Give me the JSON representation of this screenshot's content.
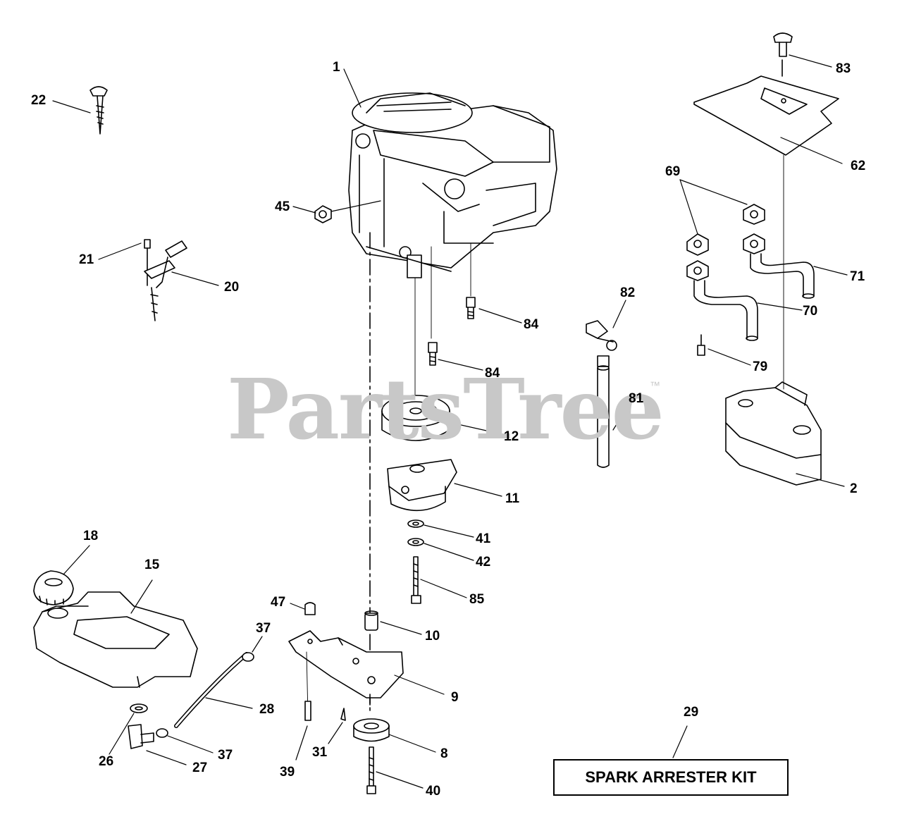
{
  "watermark": {
    "text": "PartsTree",
    "trademark": "™"
  },
  "callouts": [
    "1",
    "2",
    "8",
    "9",
    "10",
    "11",
    "12",
    "15",
    "18",
    "20",
    "21",
    "22",
    "26",
    "27",
    "28",
    "29",
    "31",
    "37",
    "37",
    "39",
    "40",
    "41",
    "42",
    "45",
    "47",
    "62",
    "69",
    "70",
    "71",
    "79",
    "81",
    "82",
    "83",
    "84",
    "84",
    "85"
  ],
  "kit_label": "SPARK ARRESTER KIT",
  "colors": {
    "line": "#000000",
    "watermark": "#c8c8c8",
    "background": "#ffffff"
  }
}
